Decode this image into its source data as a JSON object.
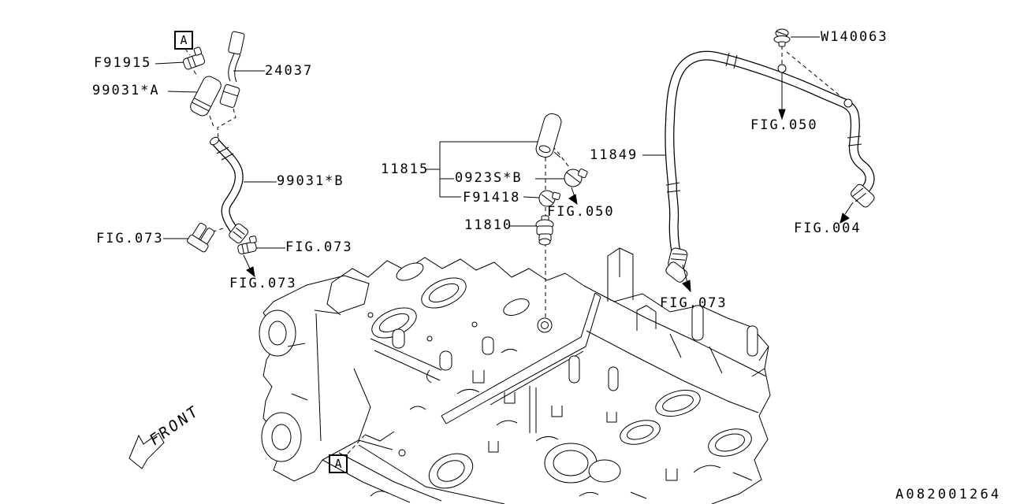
{
  "diagram": {
    "code": "A082001264",
    "front_marker": "FRONT",
    "section_marker_a": "A"
  },
  "part_labels": {
    "clamp_f91915": "F91915",
    "hose_99031_a": "99031*A",
    "cap_24037": "24037",
    "hose_99031_b": "99031*B",
    "pipe_assembly_11815": "11815",
    "clamp_0923s_b": "0923S*B",
    "clamp_f91418": "F91418",
    "pcv_valve_11810": "11810",
    "hose_11849": "11849",
    "clip_w140063": "W140063"
  },
  "figure_references": {
    "fig_073": "FIG.073",
    "fig_050": "FIG.050",
    "fig_004": "FIG.004"
  }
}
